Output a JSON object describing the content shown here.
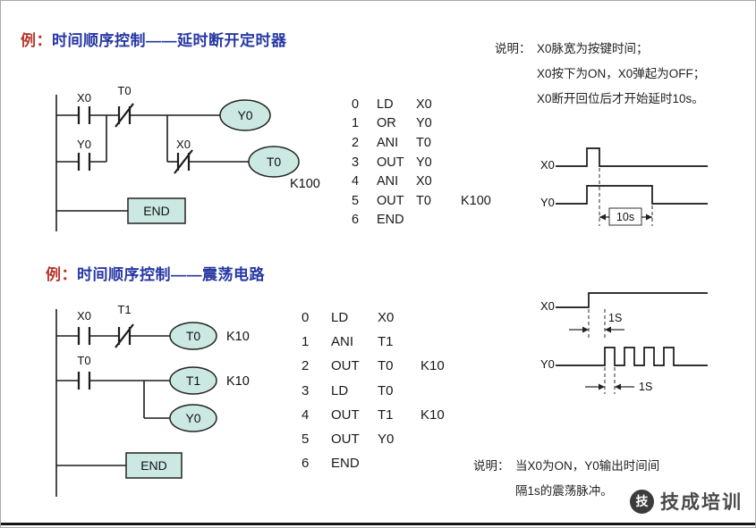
{
  "ex1": {
    "title_prefix": "例：",
    "title_main": "时间顺序控制——延时断开定时器",
    "ladder": {
      "x0_contact": "X0",
      "t0_contact": "T0",
      "y0_contact": "Y0",
      "x0b_contact": "X0",
      "y0_coil": "Y0",
      "t0_coil": "T0",
      "t0_preset": "K100",
      "end": "END"
    },
    "prog": [
      {
        "n": "0",
        "op": "LD",
        "a": "X0",
        "b": ""
      },
      {
        "n": "1",
        "op": "OR",
        "a": "Y0",
        "b": ""
      },
      {
        "n": "2",
        "op": "ANI",
        "a": "T0",
        "b": ""
      },
      {
        "n": "3",
        "op": "OUT",
        "a": "Y0",
        "b": ""
      },
      {
        "n": "4",
        "op": "ANI",
        "a": "X0",
        "b": ""
      },
      {
        "n": "5",
        "op": "OUT",
        "a": "T0",
        "b": "K100"
      },
      {
        "n": "6",
        "op": "END",
        "a": "",
        "b": ""
      }
    ],
    "note": {
      "label": "说明：",
      "line1": "X0脉宽为按键时间；",
      "line2": "X0按下为ON，X0弹起为OFF；",
      "line3": "X0断开回位后才开始延时10s。"
    },
    "timing": {
      "x0": "X0",
      "y0": "Y0",
      "delay": "10s"
    }
  },
  "ex2": {
    "title_prefix": "例：",
    "title_main": "时间顺序控制——震荡电路",
    "ladder": {
      "x0_contact": "X0",
      "t1_contact": "T1",
      "t0_contact": "T0",
      "t0_coil": "T0",
      "t0_preset": "K10",
      "t1_coil": "T1",
      "t1_preset": "K10",
      "y0_coil": "Y0",
      "end": "END"
    },
    "prog": [
      {
        "n": "0",
        "op": "LD",
        "a": "X0",
        "b": ""
      },
      {
        "n": "1",
        "op": "ANI",
        "a": "T1",
        "b": ""
      },
      {
        "n": "2",
        "op": "OUT",
        "a": "T0",
        "b": "K10"
      },
      {
        "n": "3",
        "op": "LD",
        "a": "T0",
        "b": ""
      },
      {
        "n": "4",
        "op": "OUT",
        "a": "T1",
        "b": "K10"
      },
      {
        "n": "5",
        "op": "OUT",
        "a": "Y0",
        "b": ""
      },
      {
        "n": "6",
        "op": "END",
        "a": "",
        "b": ""
      }
    ],
    "timing": {
      "x0": "X0",
      "y0": "Y0",
      "delay1": "1S",
      "delay2": "1S"
    },
    "note": {
      "label": "说明：",
      "line1": "当X0为ON，Y0输出时间间",
      "line2": "隔1s的震荡脉冲。"
    }
  },
  "watermark": {
    "text": "技成培训",
    "logo_glyph": "技"
  },
  "colors": {
    "coil_fill": "#cbe9e2",
    "title_blue": "#2637a3",
    "title_red": "#b5362b"
  }
}
